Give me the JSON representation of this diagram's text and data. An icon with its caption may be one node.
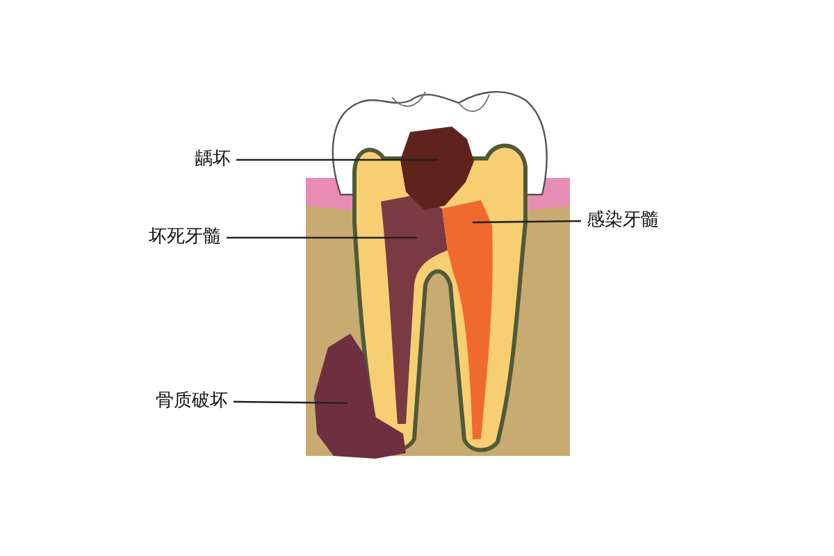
{
  "diagram": {
    "nodes": [
      {
        "text": [
          "龋坏"
        ]
      },
      {
        "text": [
          "坏死牙髓"
        ]
      },
      {
        "text": [
          "感染牙髓"
        ]
      },
      {
        "text": [
          "骨质破坏"
        ]
      }
    ],
    "edges": [
      {
        "from": 0,
        "to": null,
        "arrow": "none"
      },
      {
        "from": 1,
        "to": null,
        "arrow": "none"
      },
      {
        "from": 2,
        "to": null,
        "arrow": "none"
      },
      {
        "from": 3,
        "to": null,
        "arrow": "none"
      }
    ]
  }
}
